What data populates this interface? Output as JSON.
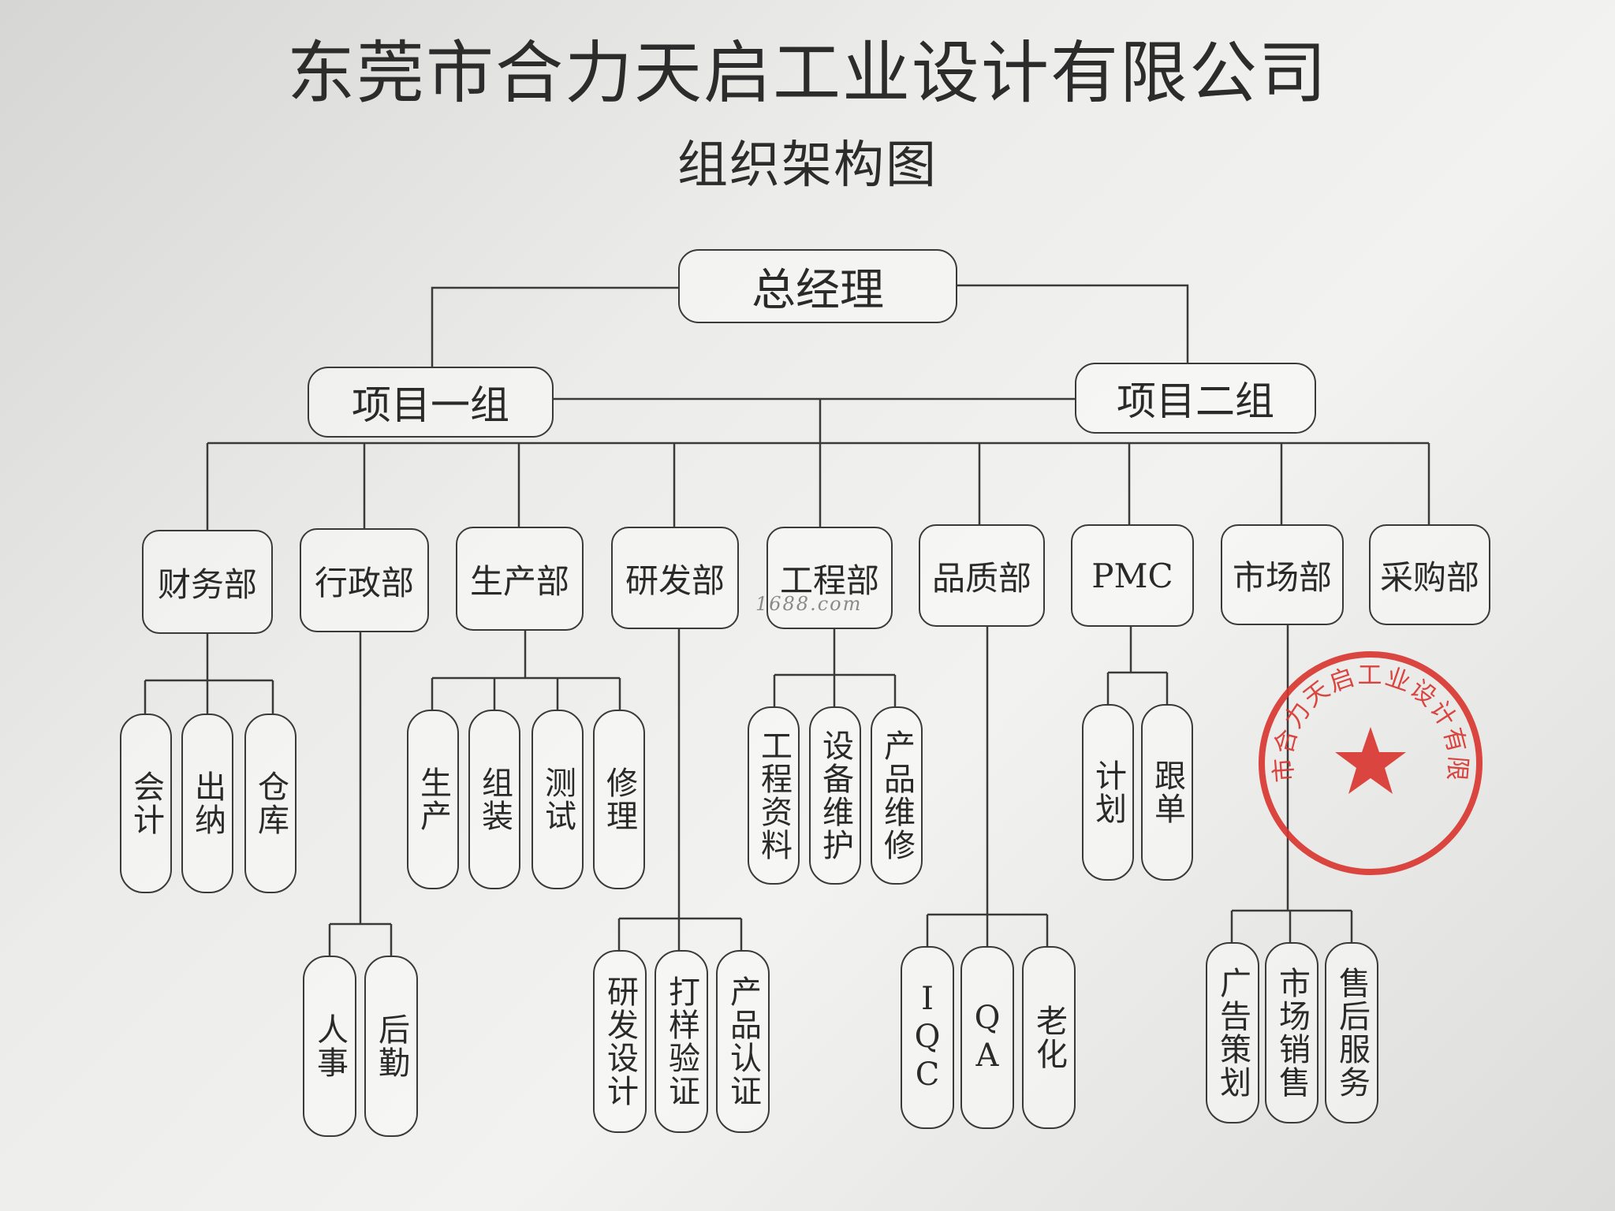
{
  "header": {
    "company": "东莞市合力天启工业设计有限公司",
    "subtitle": "组织架构图"
  },
  "org": {
    "root": "总经理",
    "groups": [
      "项目一组",
      "项目二组"
    ],
    "departments": [
      {
        "name": "财务部",
        "children": [
          "会计",
          "出纳",
          "仓库"
        ]
      },
      {
        "name": "行政部",
        "children": [
          "人事",
          "后勤"
        ]
      },
      {
        "name": "生产部",
        "children": [
          "生产",
          "组装",
          "测试",
          "修理"
        ]
      },
      {
        "name": "研发部",
        "children": [
          "研发设计",
          "打样验证",
          "产品认证"
        ]
      },
      {
        "name": "工程部",
        "children": [
          "工程资料",
          "设备维护",
          "产品维修"
        ]
      },
      {
        "name": "品质部",
        "children": [
          "IQC",
          "QA",
          "老化"
        ]
      },
      {
        "name": "PMC",
        "children": [
          "计划",
          "跟单"
        ]
      },
      {
        "name": "市场部",
        "children": [
          "广告策划",
          "市场销售",
          "售后服务"
        ]
      },
      {
        "name": "采购部",
        "children": []
      }
    ]
  },
  "watermark": "1688.com",
  "seal": {
    "text": "东莞市合力天启工业设计有限公司",
    "color": "#d8332e"
  },
  "colors": {
    "line": "#3a3a3a",
    "text": "#2a2a2a"
  }
}
